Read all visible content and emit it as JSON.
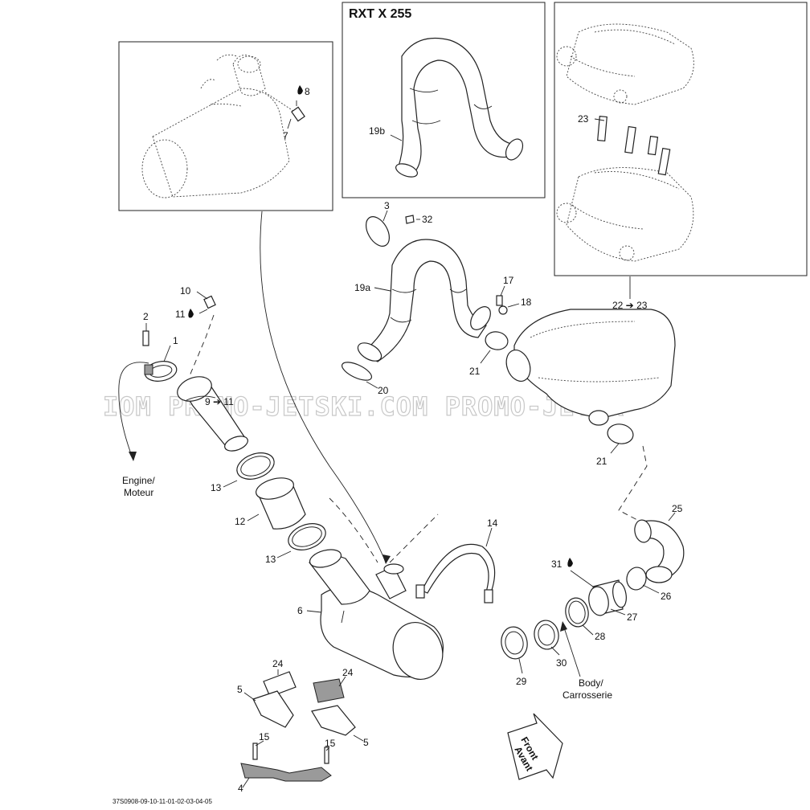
{
  "inset_title": "RXT X 255",
  "labels": {
    "p1": "1",
    "p2": "2",
    "p3": "3",
    "p4": "4",
    "p5a": "5",
    "p5b": "5",
    "p6": "6",
    "p7": "7",
    "p8": "8",
    "p9_11": "9 ➔ 11",
    "p10": "10",
    "p11": "11",
    "p12": "12",
    "p13a": "13",
    "p13b": "13",
    "p14": "14",
    "p15a": "15",
    "p15b": "15",
    "p17": "17",
    "p18": "18",
    "p19a": "19a",
    "p19b": "19b",
    "p20": "20",
    "p21a": "21",
    "p21b": "21",
    "p22_23": "22 ➔ 23",
    "p23": "23",
    "p24a": "24",
    "p24b": "24",
    "p25": "25",
    "p26": "26",
    "p27": "27",
    "p28": "28",
    "p29": "29",
    "p30": "30",
    "p31": "31",
    "p32": "32"
  },
  "notes": {
    "engine": "Engine/",
    "moteur": "Moteur",
    "body": "Body/",
    "carrosserie": "Carrosserie",
    "front": "Front",
    "avant": "Avant"
  },
  "watermark": "IOM  PROMO-JETSKI.COM  PROMO-JETSK",
  "footer_code": "37S0908-09-10-11-01-02-03-04-05",
  "icons": {
    "oil_drop": "oil-drop-icon",
    "arrow": "front-arrow-icon"
  }
}
